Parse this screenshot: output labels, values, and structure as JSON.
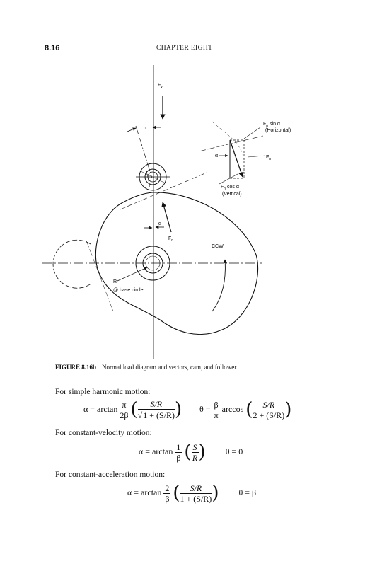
{
  "header": {
    "page_number": "8.16",
    "chapter": "CHAPTER EIGHT"
  },
  "figure": {
    "label_Fv": "F",
    "label_Fv_sub": "v",
    "label_alpha_top": "α",
    "label_alpha_mid": "α",
    "label_alpha_inset": "α",
    "label_Fn": "F",
    "label_Fn_sub": "n",
    "label_Fn_right": "F",
    "label_Fn_right_sub": "n",
    "label_Fn_sin": "F",
    "label_Fn_sin_sub": "n",
    "label_Fn_sin_rest": " sin α",
    "label_horizontal": "(Horizontal)",
    "label_Fn_cos": "F",
    "label_Fn_cos_sub": "n",
    "label_Fn_cos_rest": " cos α",
    "label_vertical": "(Vertical)",
    "label_ccw": "CCW",
    "label_R": "R",
    "label_base_circle": "@ base circle"
  },
  "caption": {
    "label": "FIGURE 8.16b",
    "text": "Normal load diagram and vectors, cam, and follower."
  },
  "sections": {
    "simple_harmonic": "For simple harmonic motion:",
    "constant_velocity": "For constant-velocity motion:",
    "constant_acceleration": "For constant-acceleration motion:"
  },
  "equations": {
    "alpha_eq": "α = arctan",
    "theta_eq": "θ =",
    "arccos": "arccos",
    "pi": "π",
    "two_beta": "2β",
    "beta": "β",
    "one": "1",
    "two": "2",
    "S_over_R": "S/R",
    "sqrt_den_pre": "√",
    "sqrt_den": "1 + (S/R)",
    "two_plus_den": "2 + (S/R)",
    "one_plus_den": "1 + (S/R)",
    "S": "S",
    "R": "R",
    "theta_zero": "θ = 0",
    "theta_beta": "θ = β"
  }
}
